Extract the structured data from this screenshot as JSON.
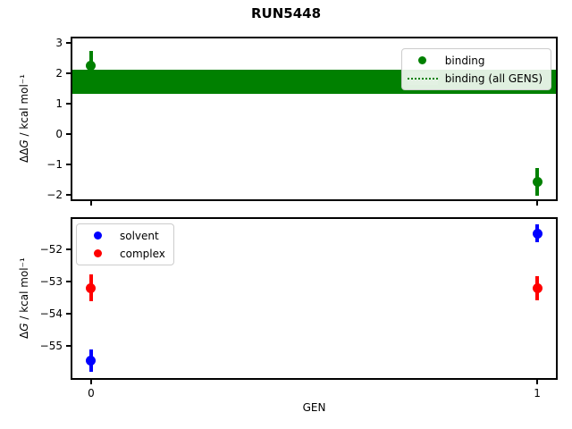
{
  "title": "RUN5448",
  "chart_data": [
    {
      "type": "scatter",
      "title": "",
      "ylabel": "ΔΔG / kcal mol⁻¹",
      "ylabel_parts": {
        "pre": "ΔΔ",
        "var": "G",
        "post": " / kcal mol⁻¹"
      },
      "xlim": [
        -0.042,
        1.042
      ],
      "ylim": [
        -2.15,
        3.15
      ],
      "x": [
        0,
        1
      ],
      "xticks": [
        0,
        1
      ],
      "xticklabels": [],
      "yticks": [
        3,
        2,
        1,
        0,
        -1,
        -2
      ],
      "yticklabels": [
        "3",
        "2",
        "1",
        "0",
        "−1",
        "−2"
      ],
      "grid": false,
      "series": [
        {
          "name": "binding",
          "color": "#008000",
          "marker": "circle",
          "values": [
            2.25,
            -1.57
          ],
          "yerr": [
            0.5,
            0.45
          ]
        }
      ],
      "band": {
        "name": "binding (all GENS)",
        "color": "#008000",
        "legend_fill_color": "#e3f1e3",
        "lo": 1.32,
        "hi": 2.11,
        "mean": 1.72,
        "line_style": "dotted"
      },
      "legend_position": "upper right"
    },
    {
      "type": "scatter",
      "title": "",
      "xlabel": "GEN",
      "ylabel": "ΔG / kcal mol⁻¹",
      "ylabel_parts": {
        "pre": "Δ",
        "var": "G",
        "post": " / kcal mol⁻¹"
      },
      "xlim": [
        -0.042,
        1.042
      ],
      "ylim": [
        -56.0,
        -51.05
      ],
      "x": [
        0,
        1
      ],
      "xticks": [
        0,
        1
      ],
      "xticklabels": [
        "0",
        "1"
      ],
      "yticks": [
        -52,
        -53,
        -54,
        -55
      ],
      "yticklabels": [
        "−52",
        "−53",
        "−54",
        "−55"
      ],
      "grid": false,
      "series": [
        {
          "name": "solvent",
          "color": "#0000ff",
          "marker": "circle",
          "values": [
            -55.45,
            -51.5
          ],
          "yerr": [
            0.35,
            0.28
          ]
        },
        {
          "name": "complex",
          "color": "#ff0000",
          "marker": "circle",
          "values": [
            -53.2,
            -53.2
          ],
          "yerr": [
            0.42,
            0.38
          ]
        }
      ],
      "legend_position": "upper left"
    }
  ]
}
